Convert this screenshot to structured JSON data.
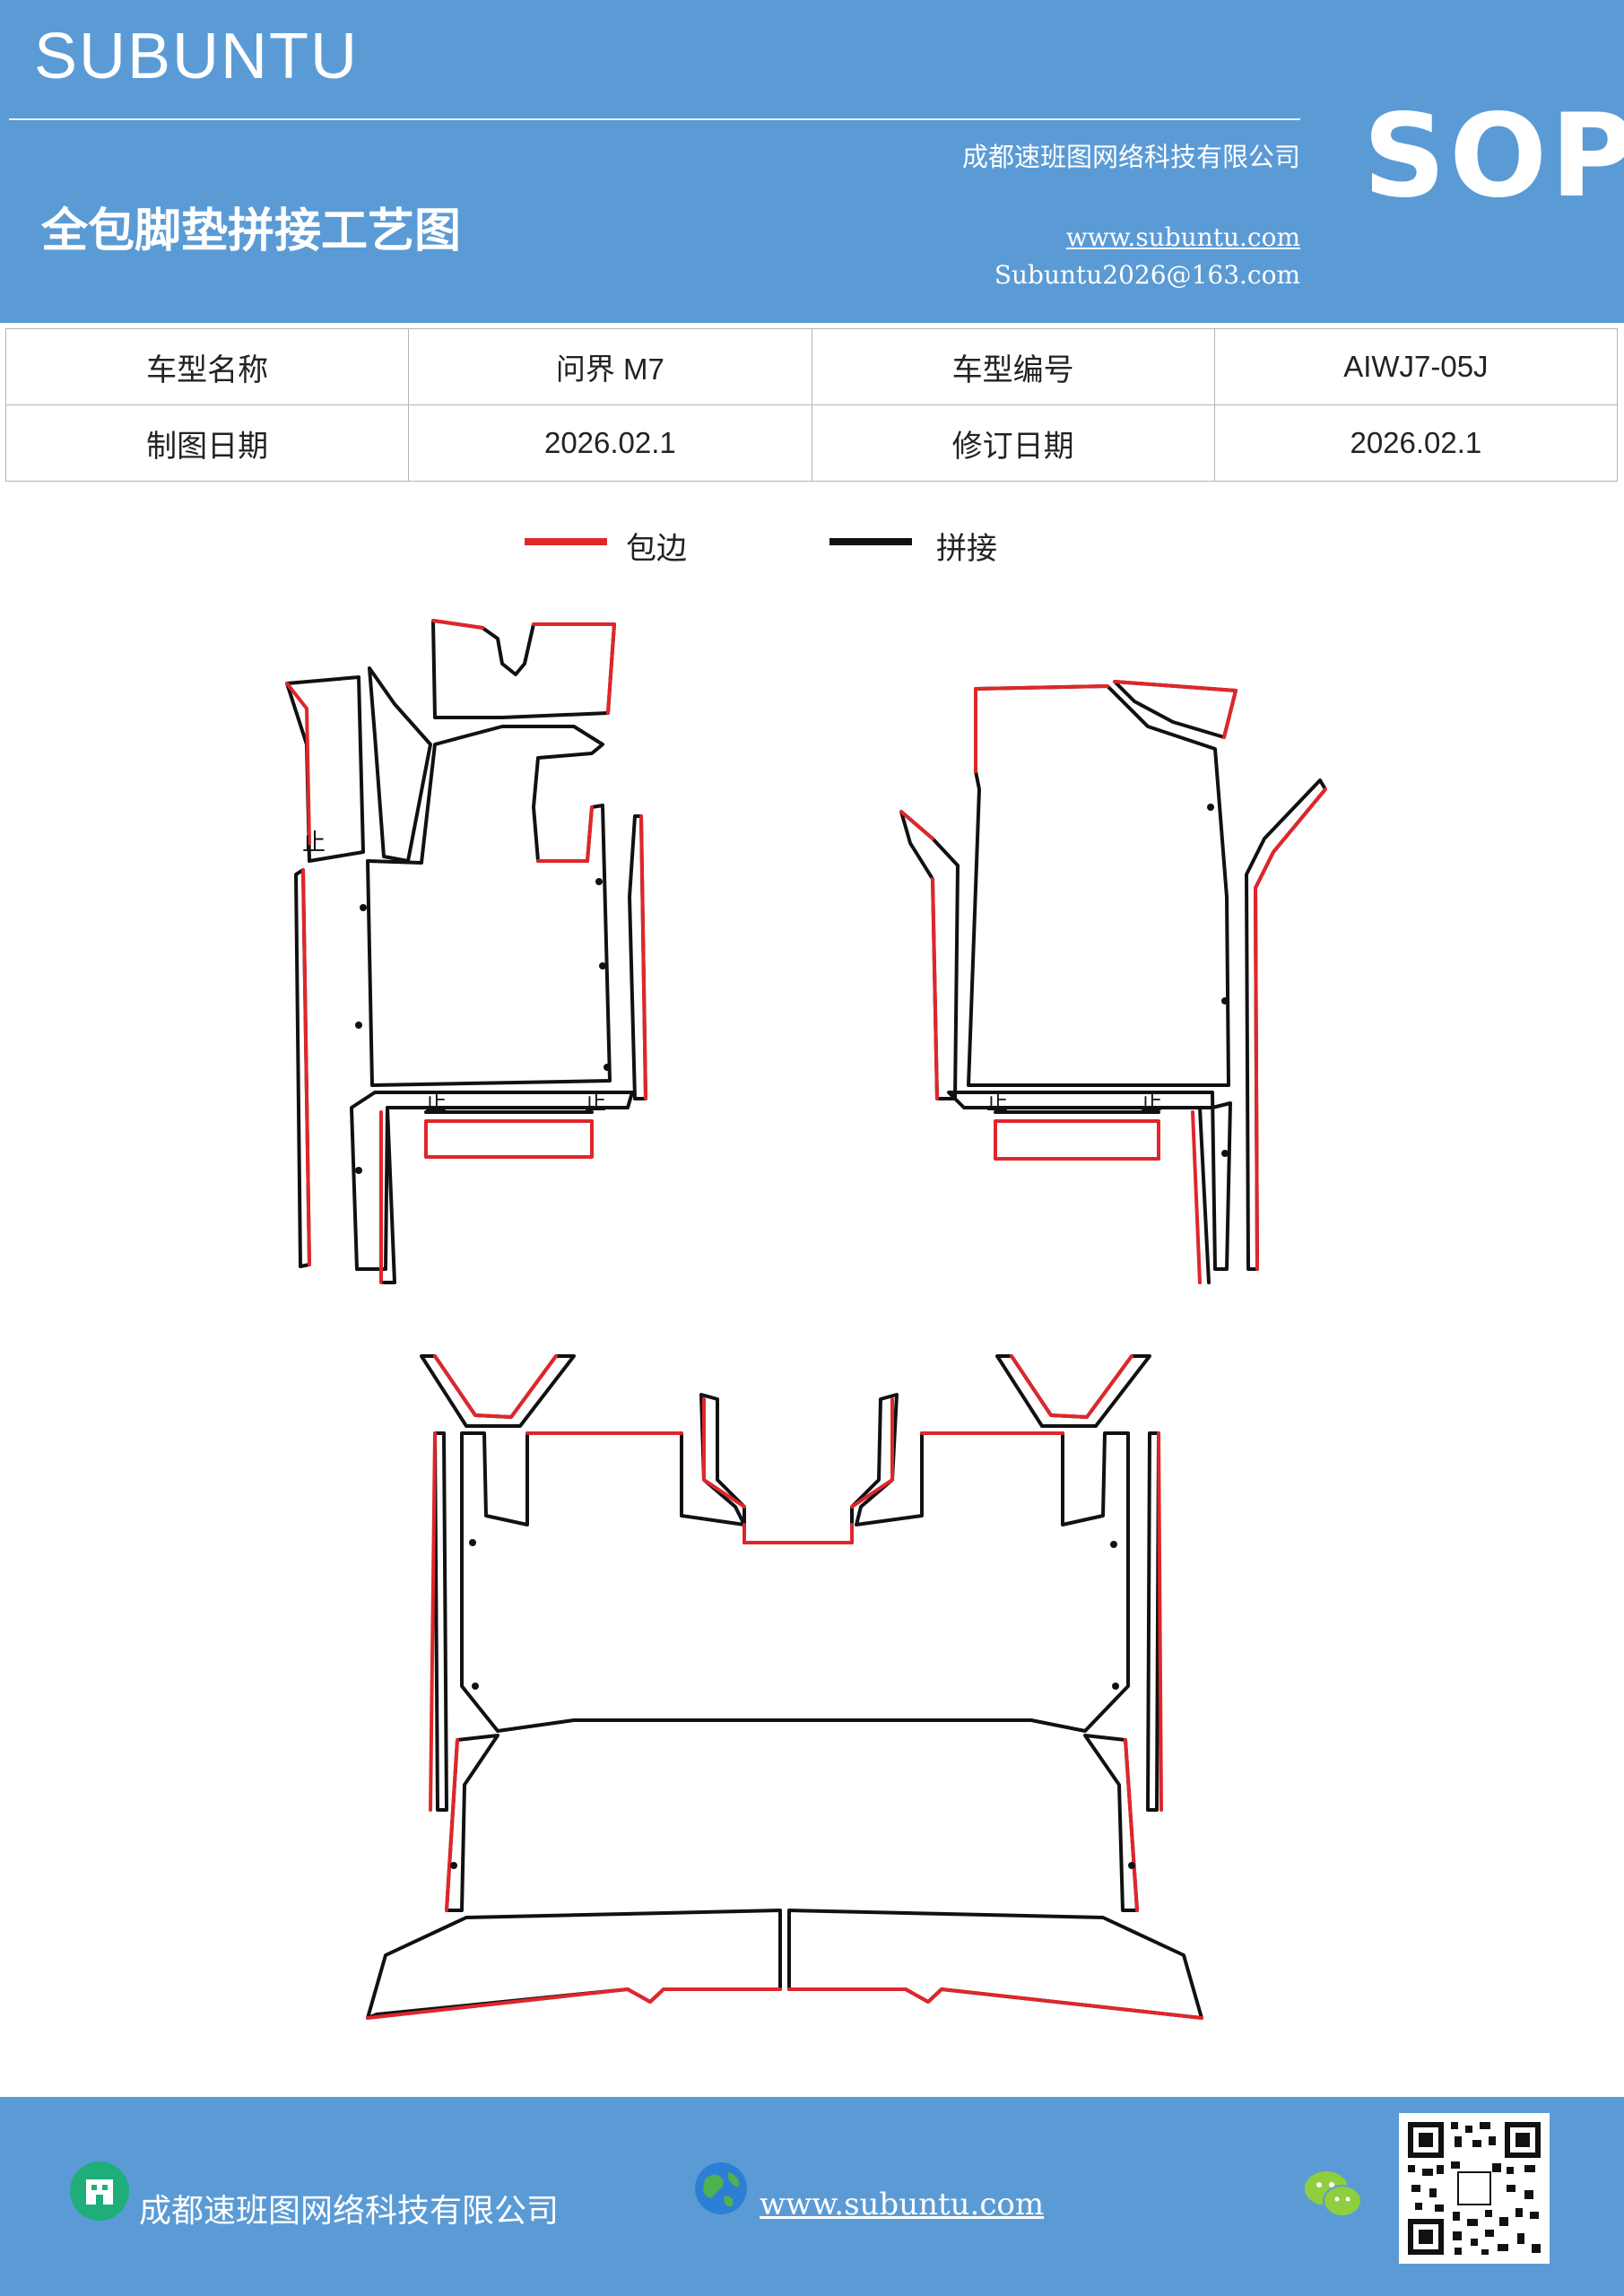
{
  "header": {
    "brand": "SUBUNTU",
    "company": "成都速班图网络科技有限公司",
    "title": "全包脚垫拼接工艺图",
    "website": "www.subuntu.com",
    "email": "Subuntu2026@163.com",
    "badge": "SOP",
    "background_color": "#5b9bd5"
  },
  "info_table": {
    "rows": [
      [
        "车型名称",
        "问界 M7",
        "车型编号",
        "AIWJ7-05J"
      ],
      [
        "制图日期",
        "2026.02.1",
        "修订日期",
        "2026.02.1"
      ]
    ]
  },
  "legend": {
    "items": [
      {
        "label": "包边",
        "color": "#e0262b"
      },
      {
        "label": "拼接",
        "color": "#111111"
      }
    ]
  },
  "diagram": {
    "mark_label": "止",
    "edge_color": "#e0262b",
    "seam_color": "#111111"
  },
  "footer": {
    "company": "成都速班图网络科技有限公司",
    "website": "www.subuntu.com",
    "icons": [
      "building-icon",
      "globe-icon",
      "wechat-icon",
      "qr-code"
    ]
  }
}
